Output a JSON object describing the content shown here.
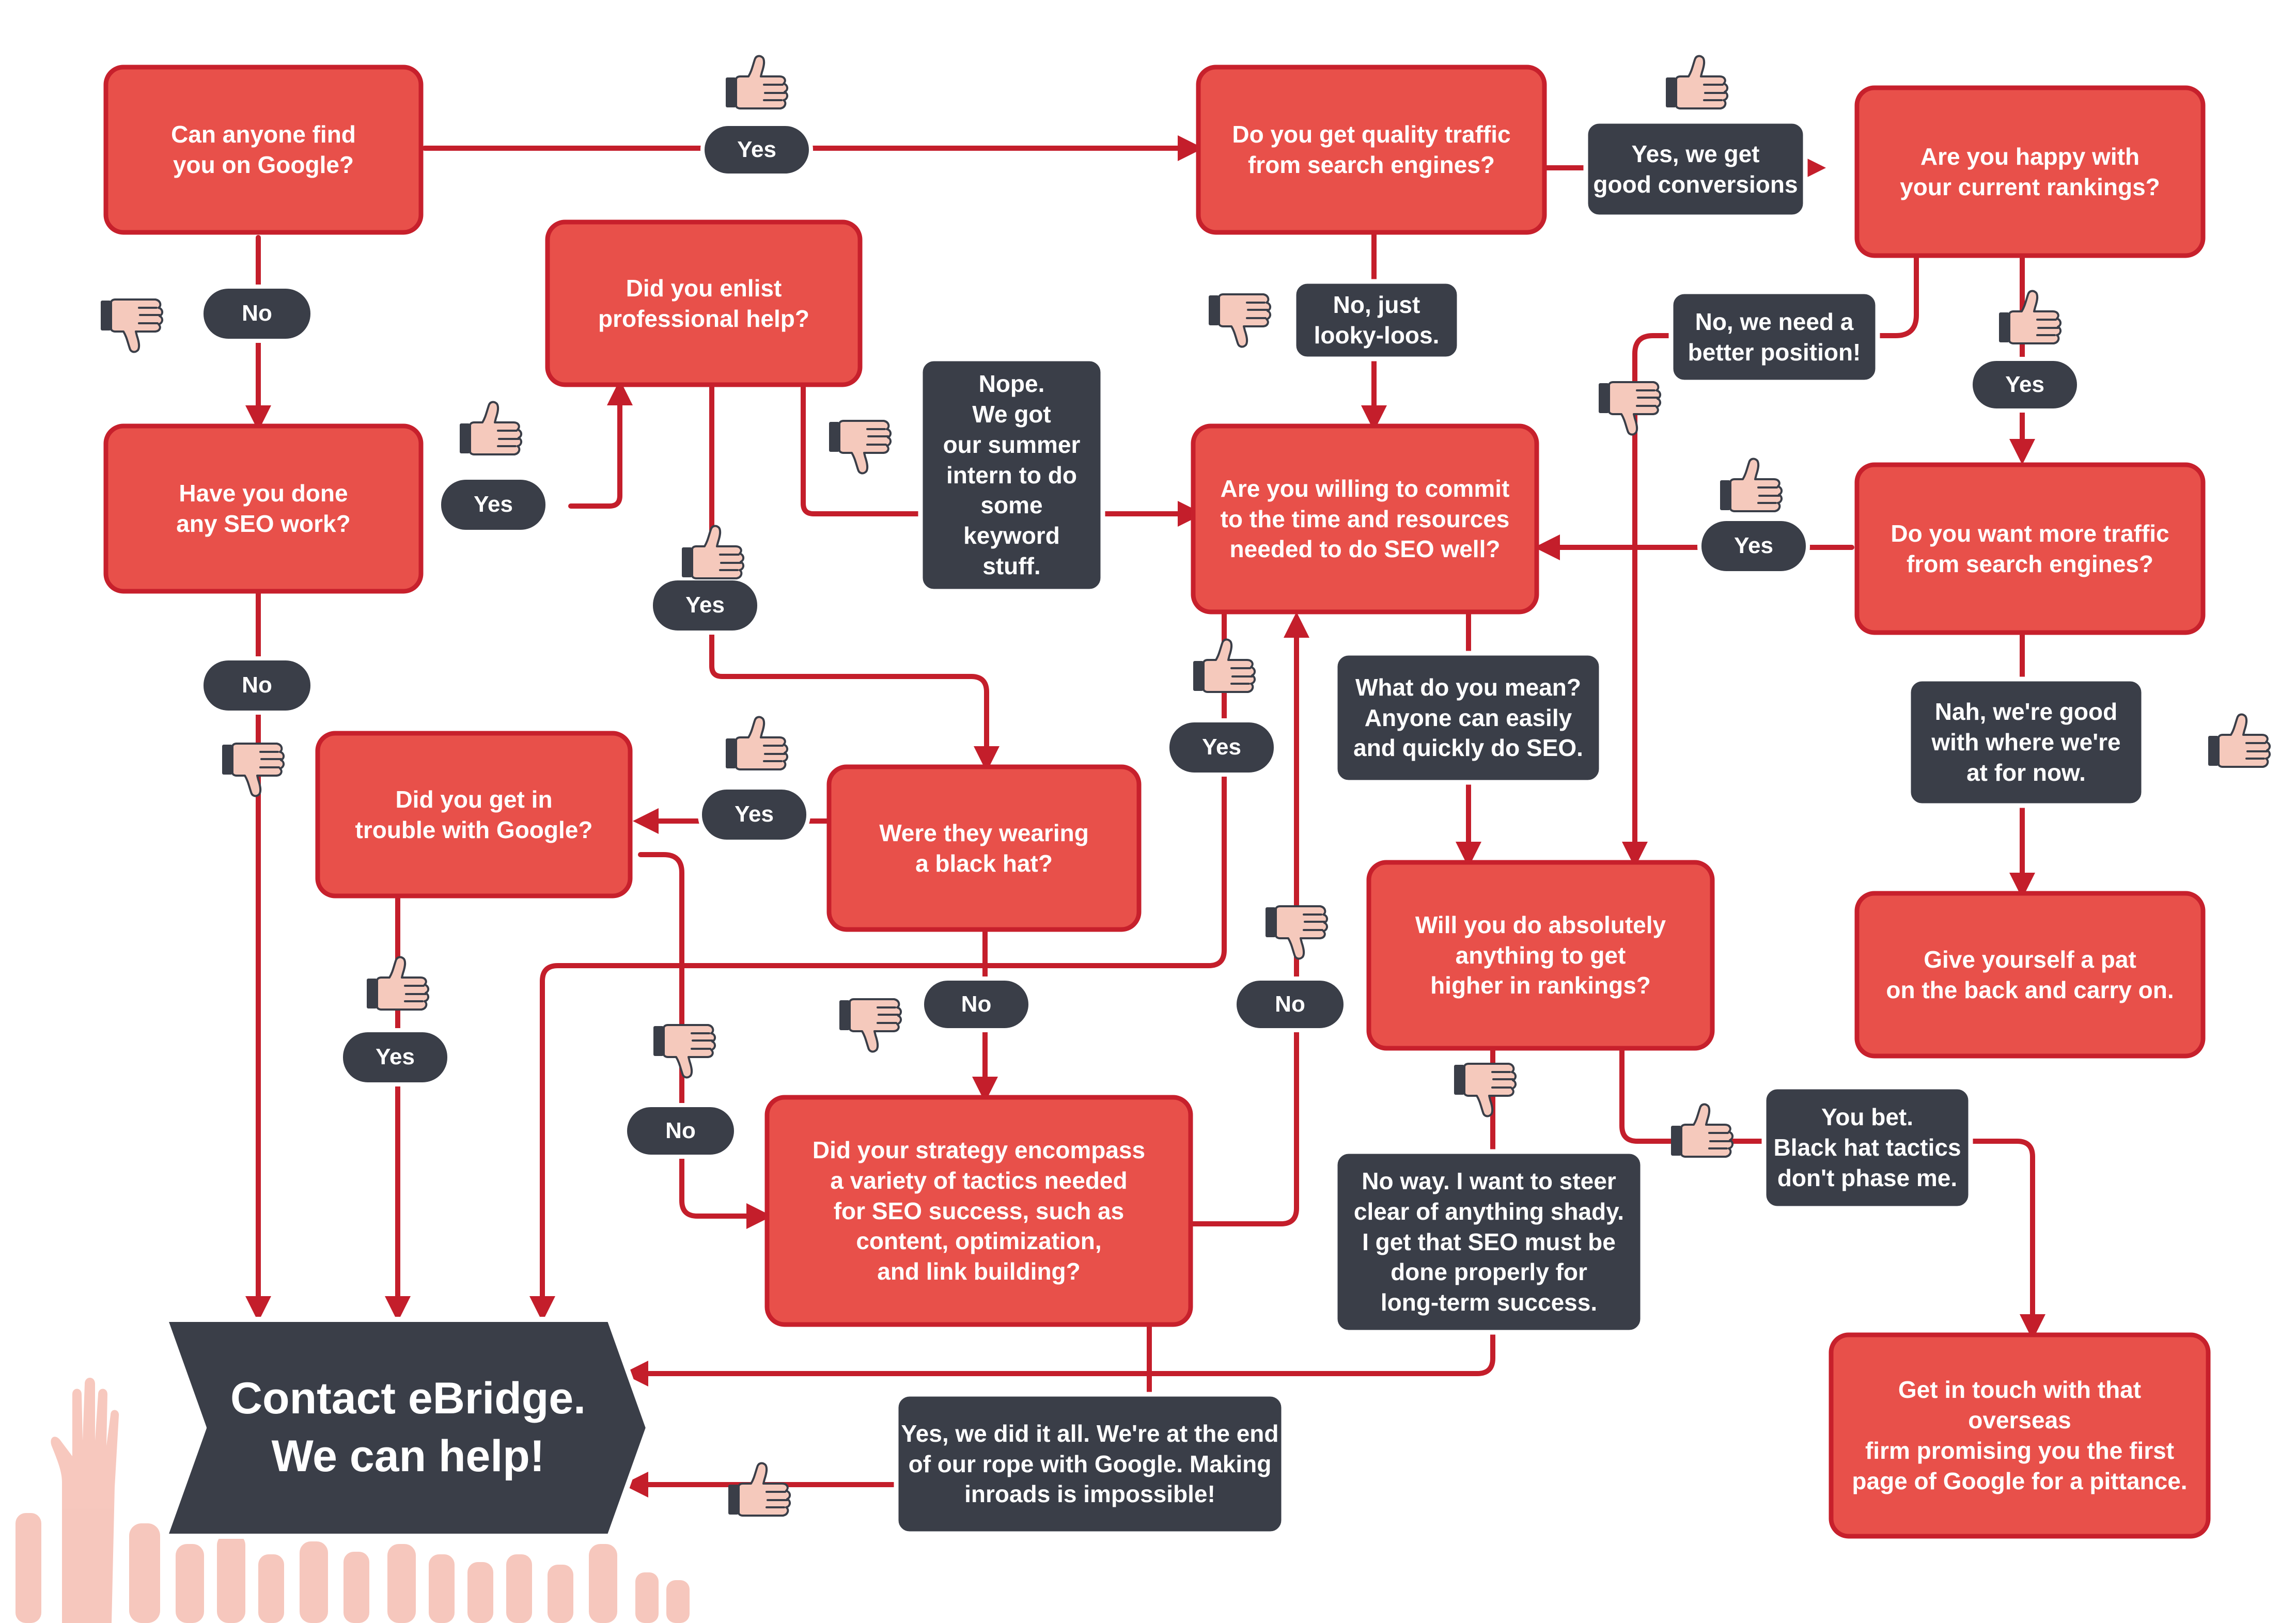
{
  "colors": {
    "red": "#E8504A",
    "red_border": "#C7202C",
    "dark": "#3A3E48",
    "line": "#C41E2B",
    "hand": "#F5C9BC",
    "cuff": "#3A3E48",
    "background_hands": "#F4B5A8"
  },
  "nodes": {
    "q_find_google": "Can anyone find\nyou on Google?",
    "q_seo_work": "Have you done\nany SEO work?",
    "q_enlist_help": "Did you enlist\nprofessional help?",
    "a_intern": "Nope.\nWe got\nour summer\nintern to do\nsome\nkeyword\nstuff.",
    "q_quality_traffic": "Do you get quality traffic\nfrom search engines?",
    "a_good_conversions": "Yes, we get\ngood conversions",
    "q_happy_rankings": "Are you happy with\nyour current rankings?",
    "a_better_position": "No, we need a\nbetter position!",
    "a_looky_loos": "No, just\nlooky-loos.",
    "q_willing_commit": "Are you willing to commit\nto the time and resources\nneeded to do SEO well?",
    "q_more_traffic": "Do you want more traffic\nfrom search engines?",
    "a_what_mean": "What do you mean?\nAnyone can easily\nand quickly do SEO.",
    "a_good_now": "Nah, we're good\nwith where we're\nat for now.",
    "q_trouble_google": "Did you get in\ntrouble with Google?",
    "q_black_hat": "Were they wearing\na black hat?",
    "q_absolutely_anything": "Will you do absolutely\nanything to get\nhigher in rankings?",
    "end_pat_back": "Give yourself a pat\non the back and carry on.",
    "q_strategy": "Did your strategy encompass\na variety of tactics needed\nfor SEO success, such as\ncontent, optimization,\nand link building?",
    "a_no_way": "No way. I want to steer\nclear of anything shady.\nI get that SEO must be\ndone properly for\nlong-term success.",
    "a_you_bet": "You bet.\nBlack hat tactics\ndon't phase me.",
    "end_overseas": "Get in touch with that overseas\nfirm promising you the first\npage of Google for a pittance.",
    "a_did_it_all": "Yes, we did it all. We're at the end\nof our rope with Google. Making\ninroads is impossible!",
    "cta_contact": "Contact eBridge.\nWe can help!"
  },
  "pills": {
    "yes_find": "Yes",
    "no_find": "No",
    "yes_seo": "Yes",
    "no_seo": "No",
    "yes_help": "Yes",
    "yes_black_hat": "Yes",
    "no_black_hat": "No",
    "yes_trouble": "Yes",
    "no_trouble": "No",
    "yes_commit": "Yes",
    "no_commit": "No",
    "yes_more": "Yes",
    "yes_happy": "Yes"
  },
  "icons": [
    "thumbs-up-icon",
    "thumbs-down-icon"
  ]
}
